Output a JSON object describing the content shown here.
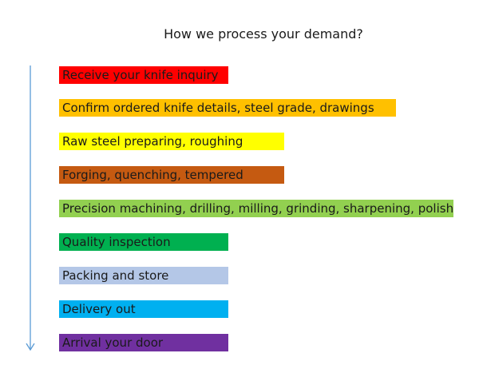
{
  "title": "How we process your demand?",
  "arrow": {
    "color": "#5b9bd5",
    "icon": "arrow-down-icon"
  },
  "steps": [
    {
      "label": "Receive your knife inquiry",
      "color": "#ff0000"
    },
    {
      "label": "Confirm ordered knife details, steel grade, drawings",
      "color": "#ffc000"
    },
    {
      "label": "Raw steel preparing, roughing",
      "color": "#ffff00"
    },
    {
      "label": "Forging, quenching, tempered",
      "color": "#c55a11"
    },
    {
      "label": "Precision machining, drilling, milling, grinding, sharpening, polishing",
      "color": "#92d050"
    },
    {
      "label": "Quality inspection",
      "color": "#00b050"
    },
    {
      "label": "Packing and store",
      "color": "#b4c7e7"
    },
    {
      "label": "Delivery out",
      "color": "#00b0f0"
    },
    {
      "label": "Arrival your door",
      "color": "#7030a0"
    }
  ]
}
